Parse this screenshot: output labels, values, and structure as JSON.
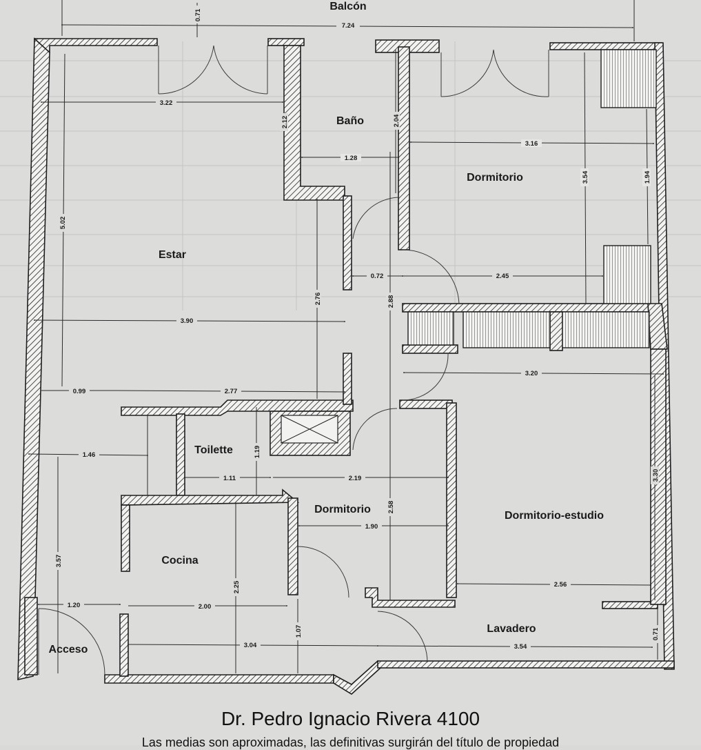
{
  "caption": {
    "title": "Dr. Pedro Ignacio Rivera 4100",
    "note": "Las medias son aproximadas, las definitivas surgirán del título de propiedad"
  },
  "rooms": {
    "balcon": "Balcón",
    "bano": "Baño",
    "dormitorio_1": "Dormitorio",
    "estar": "Estar",
    "toilette": "Toilette",
    "dormitorio_2": "Dormitorio",
    "dormitorio_estudio": "Dormitorio-estudio",
    "cocina": "Cocina",
    "lavadero": "Lavadero",
    "acceso": "Acceso"
  },
  "dimensions": {
    "balcon_depth": "0.71",
    "balcon_width": "7.24",
    "estar_width_top": "3.22",
    "bano_height": "2.12",
    "bano_height_2": "2.04",
    "bano_width": "1.28",
    "dorm1_width": "3.16",
    "dorm1_height": "3.54",
    "closet_height": "1.94",
    "estar_height": "5.02",
    "door_gap": "0.72",
    "dorm1_lower_width": "2.45",
    "hall_height": "2.76",
    "hall_height_2": "2.88",
    "estar_width": "3.90",
    "dorm_estudio_width": "3.20",
    "entry_offset": "0.99",
    "toilette_offset": "2.77",
    "cocina_offset": "1.46",
    "toilette_height": "1.19",
    "toilette_width": "1.11",
    "dorm2_width_top": "2.19",
    "dorm_estudio_height": "3.30",
    "cocina_height": "3.57",
    "dorm2_width": "1.90",
    "dorm2_height": "2.58",
    "cocina_depth": "2.25",
    "dorm_estudio_width_2": "2.56",
    "acceso_width": "1.20",
    "cocina_width": "2.00",
    "pasillo_height": "1.07",
    "lavadero_depth": "0.71",
    "cocina_bottom_width": "3.04",
    "lavadero_width": "3.54"
  }
}
